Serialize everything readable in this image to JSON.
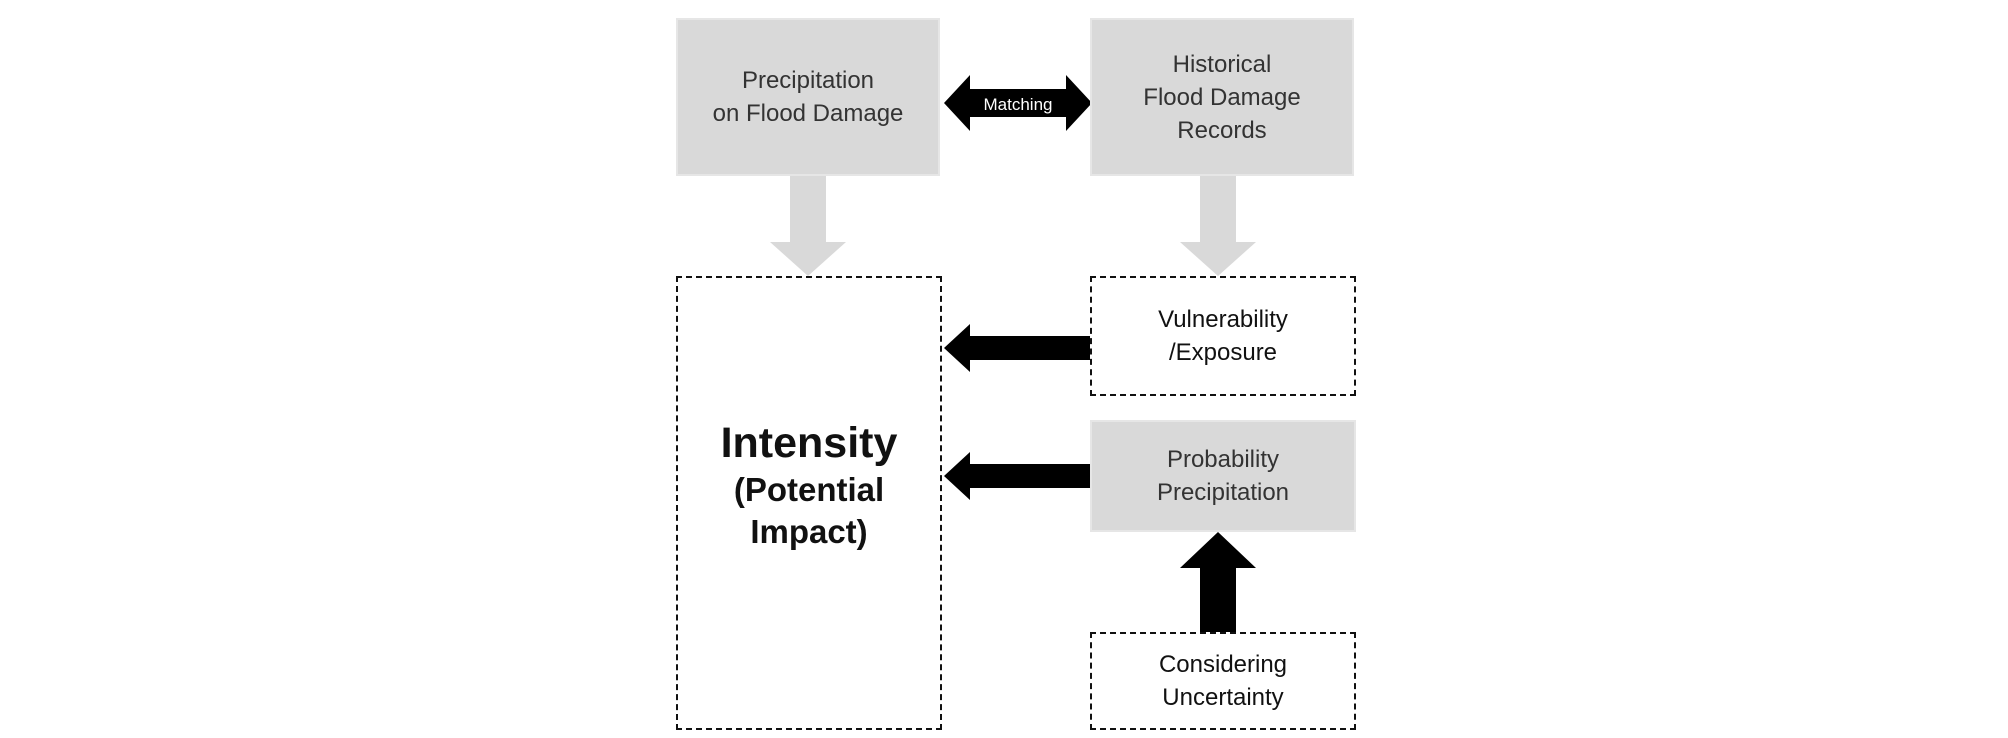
{
  "diagram": {
    "precip_flood_damage": {
      "label": "Precipitation\non Flood Damage"
    },
    "historical_records": {
      "label": "Historical\nFlood Damage\nRecords"
    },
    "matching_label": "Matching",
    "intensity": {
      "title": "Intensity",
      "subtitle": "(Potential\nImpact)"
    },
    "vulnerability": {
      "label": "Vulnerability\n/Exposure"
    },
    "probability": {
      "label": "Probability\nPrecipitation"
    },
    "uncertainty": {
      "label": "Considering\nUncertainty"
    }
  },
  "colors": {
    "solid_box_fill": "#d9d9d9",
    "light_arrow_fill": "#d9d9d9",
    "dark_arrow_fill": "#000000",
    "dashed_border": "#111111"
  }
}
